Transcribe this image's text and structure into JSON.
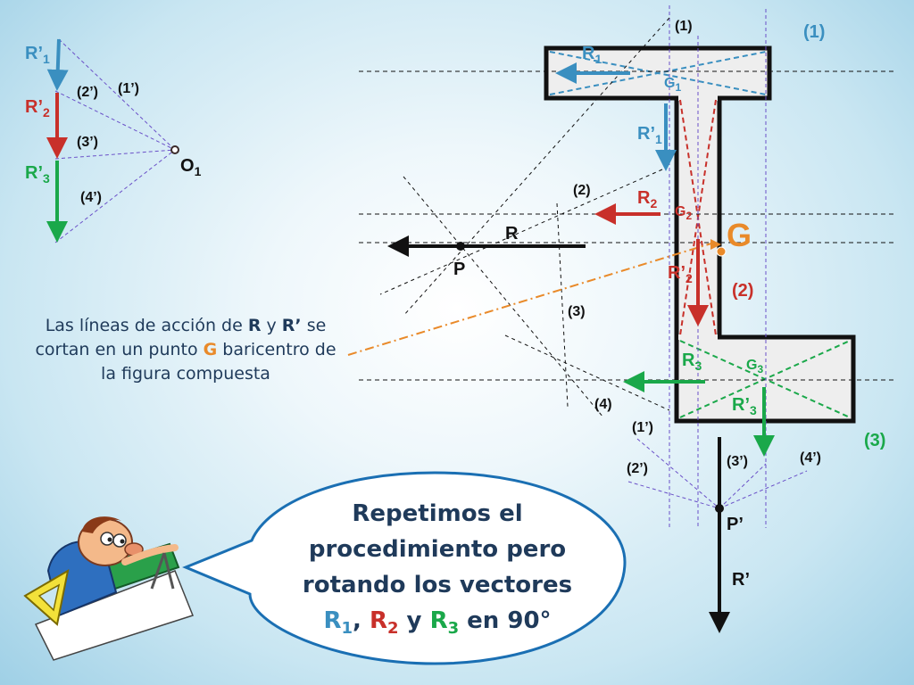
{
  "labels": {
    "r1p_left": {
      "main": "R’",
      "sub": "1"
    },
    "r2p_left": {
      "main": "R’",
      "sub": "2"
    },
    "r3p_left": {
      "main": "R’",
      "sub": "3"
    },
    "o1": {
      "main": "O",
      "sub": "1"
    },
    "l1p": "(1’)",
    "l2p": "(2’)",
    "l3p": "(3’)",
    "l4p": "(4’)",
    "top1": "(1)",
    "right1": "(1)",
    "right2": "(2)",
    "right3": "(3)",
    "mid2": "(2)",
    "mid3": "(3)",
    "mid4": "(4)",
    "bot1p": "(1’)",
    "bot2p": "(2’)",
    "bot3p": "(3’)",
    "bot4p": "(4’)",
    "R1": {
      "main": "R",
      "sub": "1"
    },
    "G1": {
      "main": "G",
      "sub": "1"
    },
    "R1p": {
      "main": "R’",
      "sub": "1"
    },
    "R2": {
      "main": "R",
      "sub": "2"
    },
    "G2": {
      "main": "G",
      "sub": "2"
    },
    "G": "G",
    "R2p": {
      "main": "R’",
      "sub": "2"
    },
    "R": "R",
    "P": "P",
    "R3": {
      "main": "R",
      "sub": "3"
    },
    "G3": {
      "main": "G",
      "sub": "3"
    },
    "R3p": {
      "main": "R’",
      "sub": "3"
    },
    "Pp": "P’",
    "Rp": "R’"
  },
  "description": {
    "t1": "Las líneas de acción de ",
    "R": "R",
    "t2": " y ",
    "Rp": "R’",
    "t3": " se cortan en un punto ",
    "G": "G",
    "t4": " baricentro de la figura compuesta"
  },
  "bubble": {
    "line1": "Repetimos el",
    "line2": "procedimiento pero",
    "line3": "rotando los vectores",
    "r1": "R",
    "r1sub": "1",
    "sep": ", ",
    "r2": "R",
    "r2sub": "2",
    "and": " y ",
    "r3": "R",
    "r3sub": "3",
    "end": " en 90°"
  },
  "colors": {
    "blue": "#3a8fc0",
    "red": "#c8302a",
    "green": "#1aa84a",
    "black": "#111111",
    "orange": "#e98a2a",
    "purple": "#6a50c8",
    "navy": "#1f3a5a"
  }
}
